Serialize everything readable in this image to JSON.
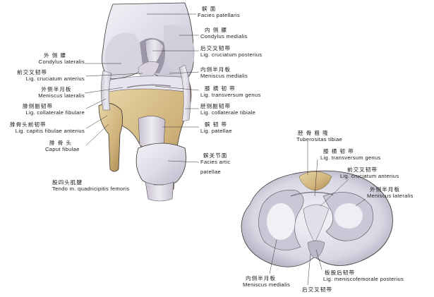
{
  "figure": {
    "colors": {
      "bone": "#d9c08a",
      "bone_shadow": "#b7955a",
      "cartilage": "#dfe0ea",
      "ligament": "#d9d4df",
      "outline": "#3a3330",
      "background": "#ffffff"
    },
    "labels": {
      "facies_patellaris": {
        "zh": "髌 面",
        "la": "Facies patellaris"
      },
      "condylus_medialis": {
        "zh": "内 侧 髁",
        "la": "Condylus medialis"
      },
      "lig_cruciatum_posterius": {
        "zh": "后交叉韧带",
        "la": "Lig. cruciatum posterius"
      },
      "condylus_lateralis": {
        "zh": "外 侧 髁",
        "la": "Condylus lateralis"
      },
      "lig_cruciatum_anterius": {
        "zh": "前交叉韧带",
        "la": "Lig. cruciatum anterius"
      },
      "meniscus_medialis": {
        "zh": "内侧半月板",
        "la": "Meniscus medialis"
      },
      "meniscus_lateralis": {
        "zh": "外侧半月板",
        "la": "Meniscus lateralis"
      },
      "lig_transversum_genus": {
        "zh": "膝 横 韧 带",
        "la": "Lig. transversum genus"
      },
      "lig_collaterale_fibulare": {
        "zh": "腓侧副韧带",
        "la": "Lig. collaterale fibulare"
      },
      "lig_collaterale_tibiale": {
        "zh": "胫侧副韧带",
        "la": "Lig. collaterale tibiale"
      },
      "lig_capitis_fibulae_anterius": {
        "zh": "腓骨头前韧带",
        "la": "Lig. capitis fibulae anterius"
      },
      "lig_patellae": {
        "zh": "髌 韧 带",
        "la": "Lig. patellae"
      },
      "caput_fibulae": {
        "zh": "腓 骨 头",
        "la": "Caput fibulae"
      },
      "facies_artic_patellae": {
        "zh": "髌关节面",
        "la": "Facies artic",
        "la2": "patellae"
      },
      "tendo_quadricipitis": {
        "zh": "股四头肌腱",
        "la": "Tendo m. quadricipitis femoris"
      },
      "tuberositas_tibiae": {
        "zh": "胫 骨 粗 隆",
        "la": "Tuberositas tibiae"
      },
      "r_lig_transversum_genus": {
        "zh": "膝 横 韧 带",
        "la": "Lig. transversum genus"
      },
      "r_lig_cruciatum_anterius": {
        "zh": "前交叉韧带",
        "la": "Lig. cruciatum anterius"
      },
      "r_meniscus_lateralis": {
        "zh": "外侧半月板",
        "la": "Meniscus lateralis"
      },
      "r_lig_meniscofemorale_posterius": {
        "zh": "板股后韧带",
        "la": "Lig. meniscofemorale posterius"
      },
      "r_meniscus_medialis": {
        "zh": "内侧半月板",
        "la": "Meniscus medialis"
      },
      "r_lig_cruciatum_posterius": {
        "zh": "后交叉韧带",
        "la": ""
      }
    }
  }
}
